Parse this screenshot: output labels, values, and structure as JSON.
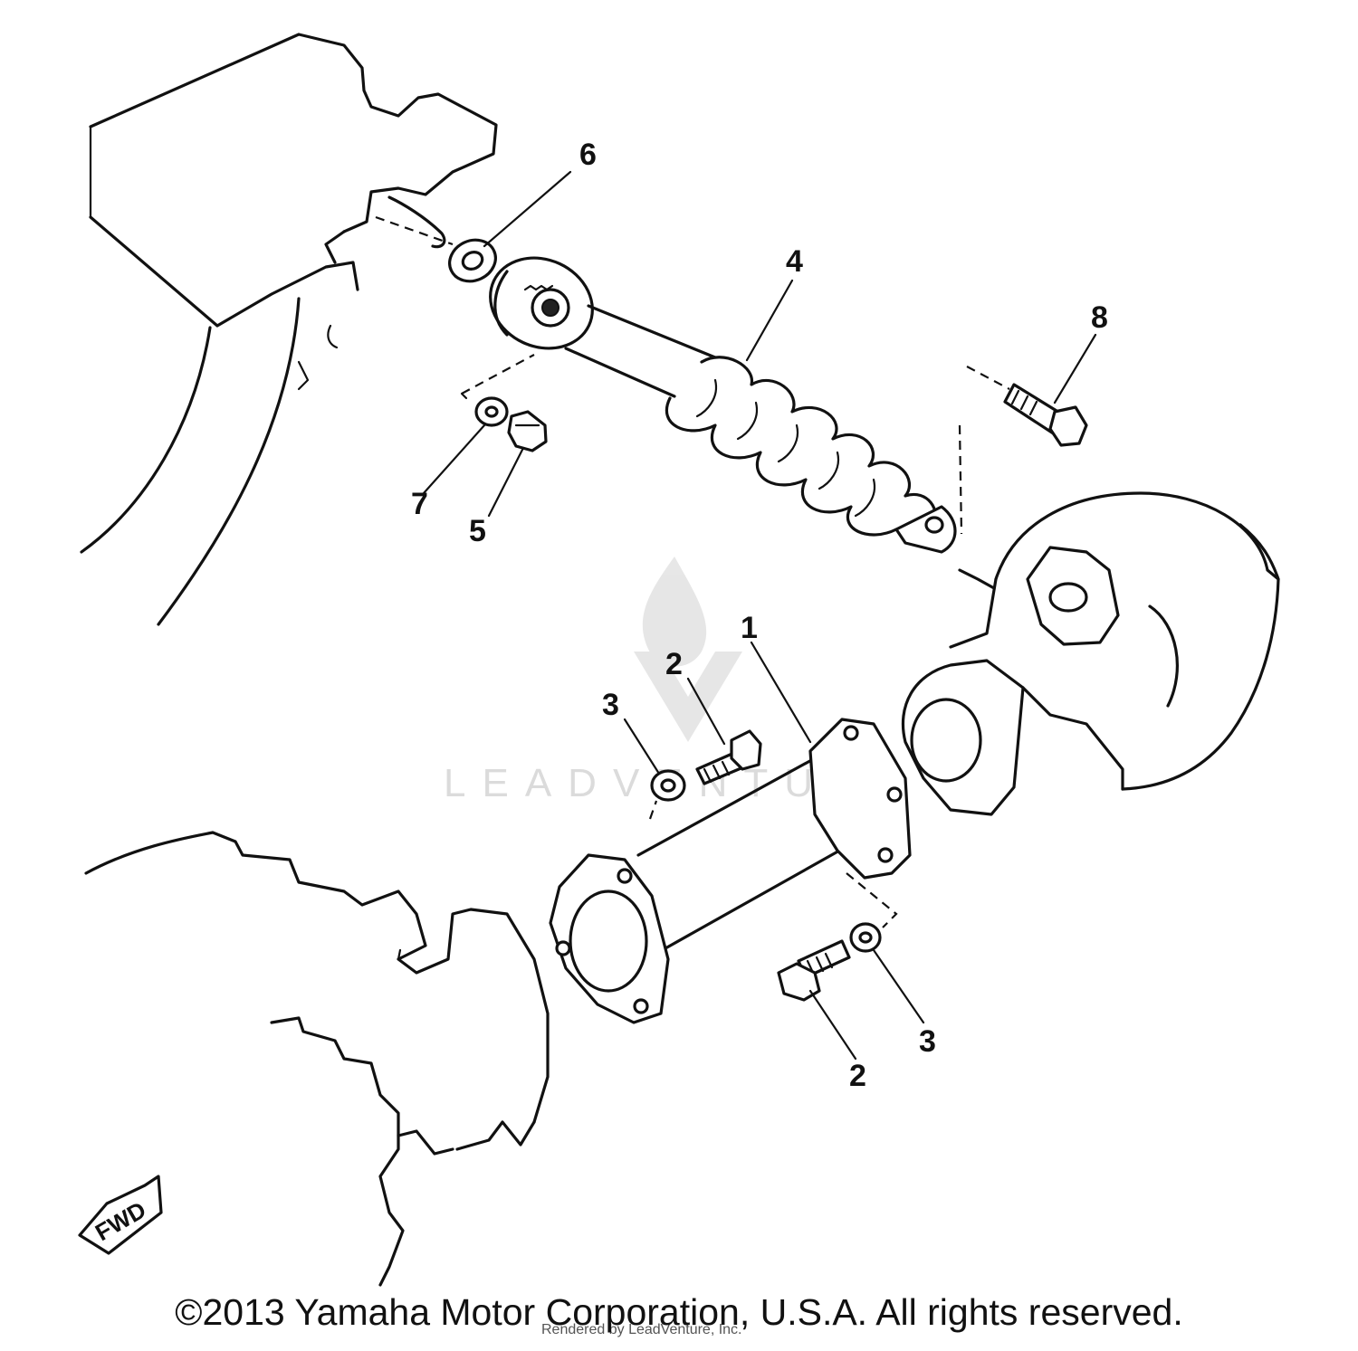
{
  "callouts": {
    "c1": "1",
    "c2a": "2",
    "c2b": "2",
    "c3a": "3",
    "c3b": "3",
    "c4": "4",
    "c5": "5",
    "c6": "6",
    "c7": "7",
    "c8": "8"
  },
  "fwd_label": "FWD",
  "watermark": "LEADVENTURE",
  "faint_note": "Rendered by LeadVenture, Inc.",
  "copyright": "©2013 Yamaha Motor Corporation, U.S.A. All rights reserved."
}
